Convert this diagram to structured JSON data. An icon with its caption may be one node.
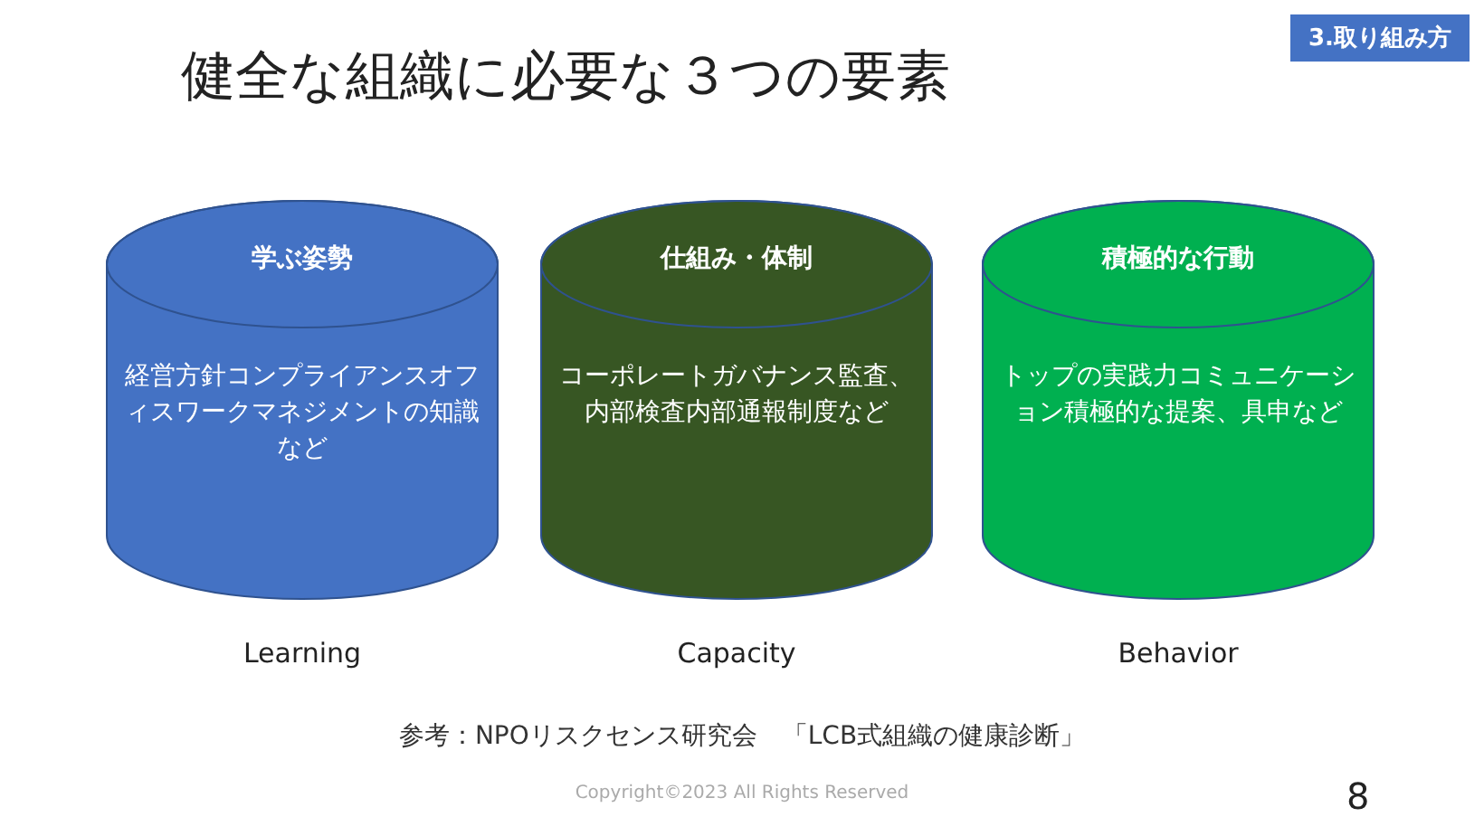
{
  "diagram": {
    "title": "健全な組織に必要な３つの要素",
    "nodes": [
      {
        "text": [
          "学ぶ姿勢",
          "経営方針コンプライアンスオフィスワークマネジメントの知識など"
        ],
        "beside": [
          "Learning"
        ]
      },
      {
        "text": [
          "仕組み・体制",
          "コーポレートガバナンス監査、内部検査内部通報制度など"
        ],
        "beside": [
          "Capacity"
        ]
      },
      {
        "text": [
          "積極的な行動",
          "トップの実践力コミュニケーション積極的な提案、具申など"
        ],
        "beside": [
          "Behavior"
        ]
      }
    ],
    "edges": [],
    "labels": [
      "3.取り組み方",
      "参考：NPOリスクセンス研究会　「LCB式組織の健康診断」",
      "Copyright©2023 All Rights Reserved",
      "8"
    ]
  }
}
